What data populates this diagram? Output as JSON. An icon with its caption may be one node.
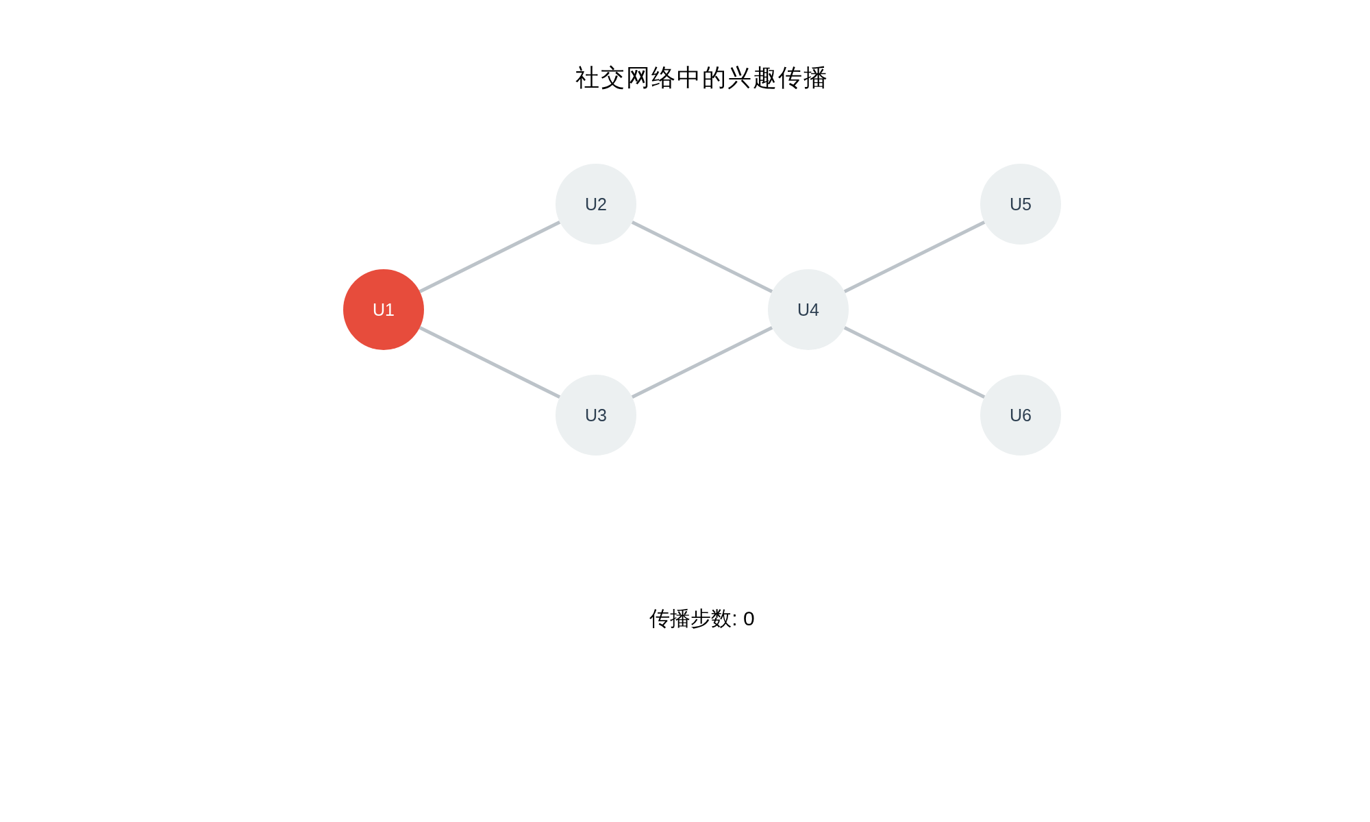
{
  "diagram": {
    "title": "社交网络中的兴趣传播",
    "nodes": [
      {
        "text": [
          "U1"
        ]
      },
      {
        "text": [
          "U2"
        ]
      },
      {
        "text": [
          "U3"
        ]
      },
      {
        "text": [
          "U4"
        ]
      },
      {
        "text": [
          "U5"
        ]
      },
      {
        "text": [
          "U6"
        ]
      }
    ],
    "edges": [
      {
        "from": 0,
        "to": 1,
        "arrow": "none"
      },
      {
        "from": 0,
        "to": 2,
        "arrow": "none"
      },
      {
        "from": 1,
        "to": 3,
        "arrow": "none"
      },
      {
        "from": 2,
        "to": 3,
        "arrow": "none"
      },
      {
        "from": 3,
        "to": 4,
        "arrow": "none"
      },
      {
        "from": 3,
        "to": 5,
        "arrow": "none"
      }
    ],
    "labels": [
      "传播步数: 0"
    ]
  }
}
